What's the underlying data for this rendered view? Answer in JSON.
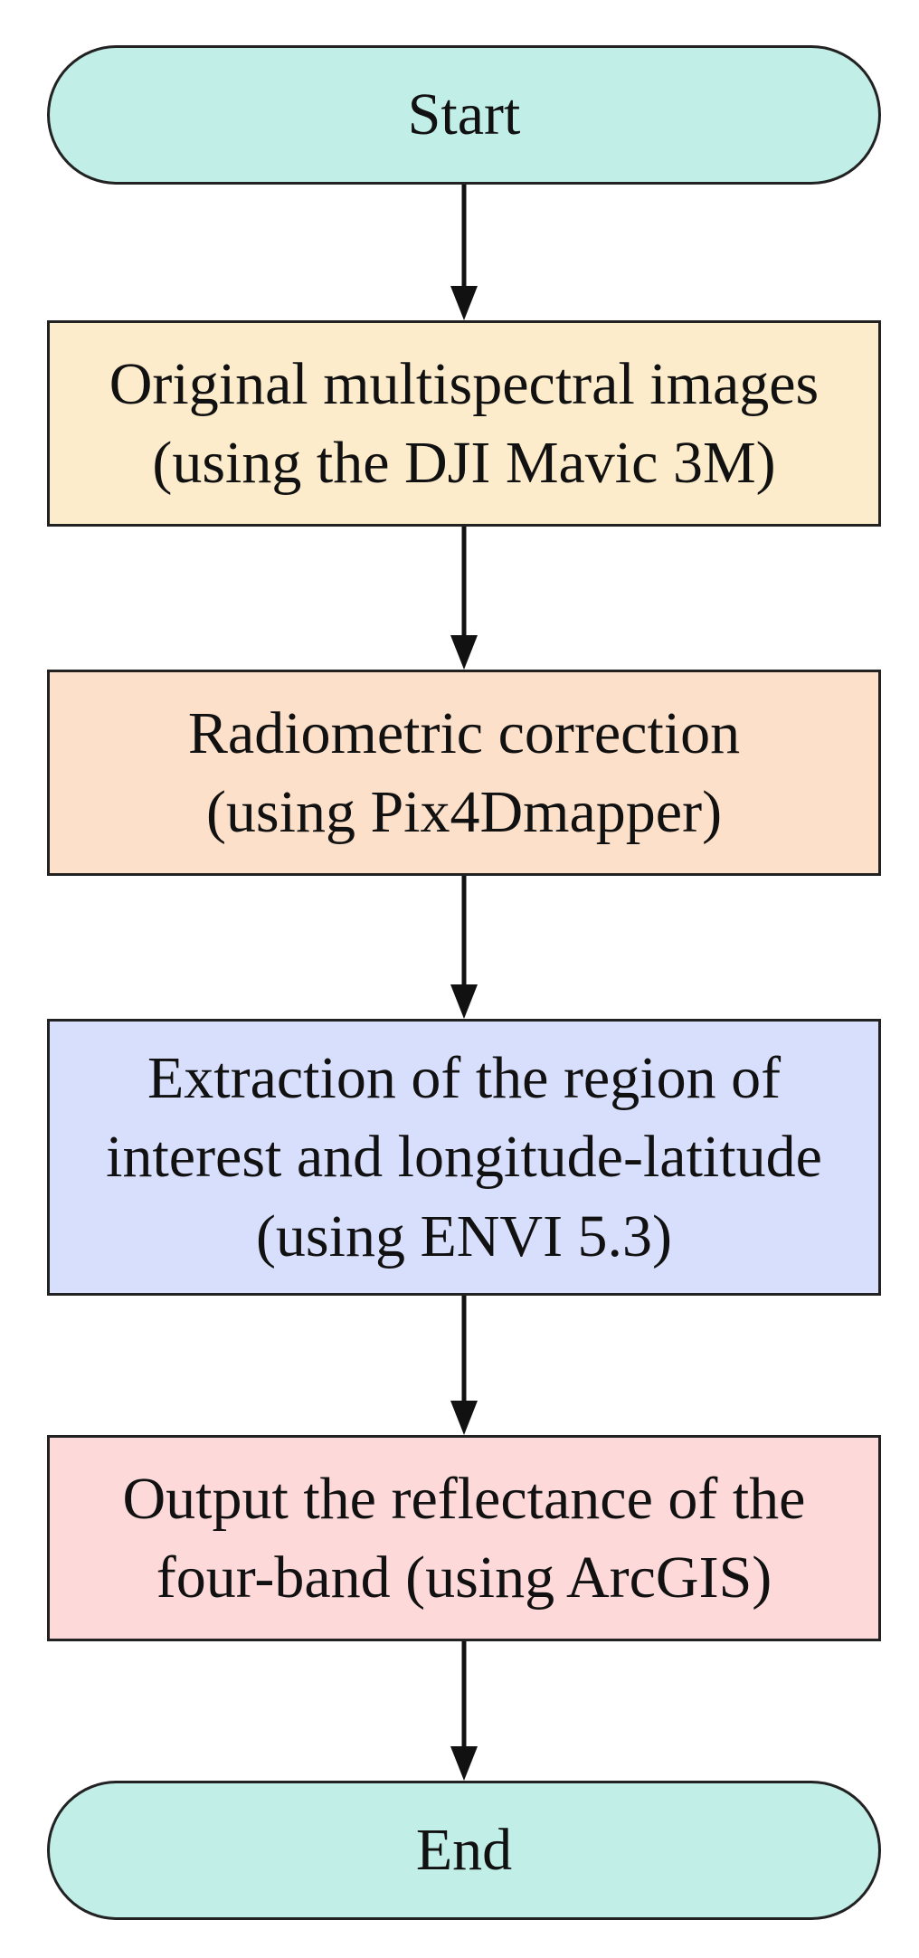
{
  "colors": {
    "terminal_fill": "#c2eee8",
    "step1_fill": "#fdeccb",
    "step2_fill": "#fde0c9",
    "step3_fill": "#d8dffc",
    "step4_fill": "#fdd9d9",
    "border": "#222222",
    "arrow": "#111111"
  },
  "flow": {
    "start": "Start",
    "steps": [
      {
        "lines": [
          "Original multispectral images",
          "(using the DJI Mavic 3M)"
        ]
      },
      {
        "lines": [
          "Radiometric correction",
          "(using Pix4Dmapper)"
        ]
      },
      {
        "lines": [
          "Extraction of the region of",
          "interest and longitude-latitude",
          "(using ENVI 5.3)"
        ]
      },
      {
        "lines": [
          "Output the reflectance of the",
          "four-band (using ArcGIS)"
        ]
      }
    ],
    "end": "End"
  }
}
